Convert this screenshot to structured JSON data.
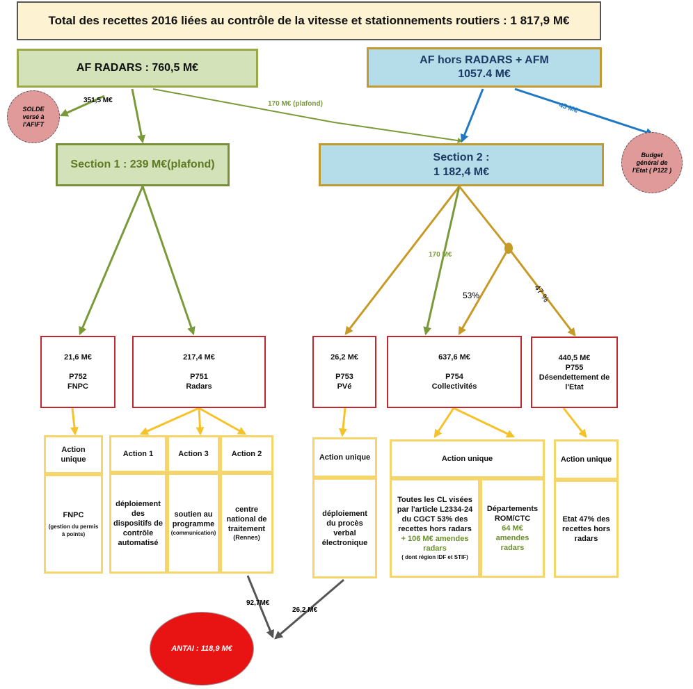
{
  "title": "Total des recettes 2016 liées au contrôle de la vitesse et stationnements routiers : 1 817,9 M€",
  "af_radars": "AF RADARS : 760,5 M€",
  "af_hors": {
    "line1": "AF hors RADARS + AFM",
    "line2": "1057.4 M€"
  },
  "solde": {
    "line1": "SOLDE",
    "line2": "versé à",
    "line3": "l'AFIFT"
  },
  "budget": {
    "line1": "Budget",
    "line2": "général de",
    "line3": "l'Etat ( P122 )"
  },
  "flows": {
    "solde": "351,5 M€",
    "plafond": "170 M€ (plafond)",
    "budget": "45 M€",
    "s2_p754": "170 M€",
    "pct53": "53%",
    "pct47": "47 %",
    "antai_a2": "92,7M€",
    "antai_pve": "26,2 M€"
  },
  "section1": "Section 1 : 239 M€(plafond)",
  "section2": {
    "line1": "Section 2 :",
    "line2": "1 182,4 M€"
  },
  "programs": {
    "p752": {
      "amount": "21,6 M€",
      "code": "P752",
      "name": "FNPC"
    },
    "p751": {
      "amount": "217,4 M€",
      "code": "P751",
      "name": "Radars"
    },
    "p753": {
      "amount": "26,2 M€",
      "code": "P753",
      "name": "PVé"
    },
    "p754": {
      "amount": "637,6 M€",
      "code": "P754",
      "name": "Collectivités"
    },
    "p755": {
      "amount": "440,5 M€",
      "code": "P755",
      "name1": "Désendettement de",
      "name2": "l'Etat"
    }
  },
  "actions": {
    "fnpc_head": "Action unique",
    "fnpc_body": "FNPC",
    "fnpc_small": "(gestion du permis à points)",
    "a1_head": "Action 1",
    "a1_body": "déploiement des dispositifs de contrôle automatisé",
    "a3_head": "Action 3",
    "a3_body": "soutien au programme",
    "a3_small": "(communication)",
    "a2_head": "Action 2",
    "a2_body": "centre national de traitement",
    "a2_small": "(Rennes)",
    "pve_head": "Action unique",
    "pve_body": "déploiement du procès verbal électronique",
    "col_head": "Action unique",
    "col_left_a": "Toutes les CL visées par l'article L2334-24 du CGCT 53% des recettes hors radars",
    "col_left_b": "+ 106 M€ amendes radars",
    "col_left_c": "( dont région IDF et STIF)",
    "col_right_a": "Départements ROM/CTC",
    "col_right_b": "64 M€ amendes radars",
    "etat_head": "Action unique",
    "etat_body": "Etat 47% des recettes hors radars"
  },
  "antai": "ANTAI : 118,9 M€",
  "colors": {
    "olive": "#7a9a3a",
    "gold": "#c79a26",
    "yellow": "#f6c22a",
    "blue": "#1f78c1",
    "red": "#c0282d",
    "grey": "#555555"
  }
}
